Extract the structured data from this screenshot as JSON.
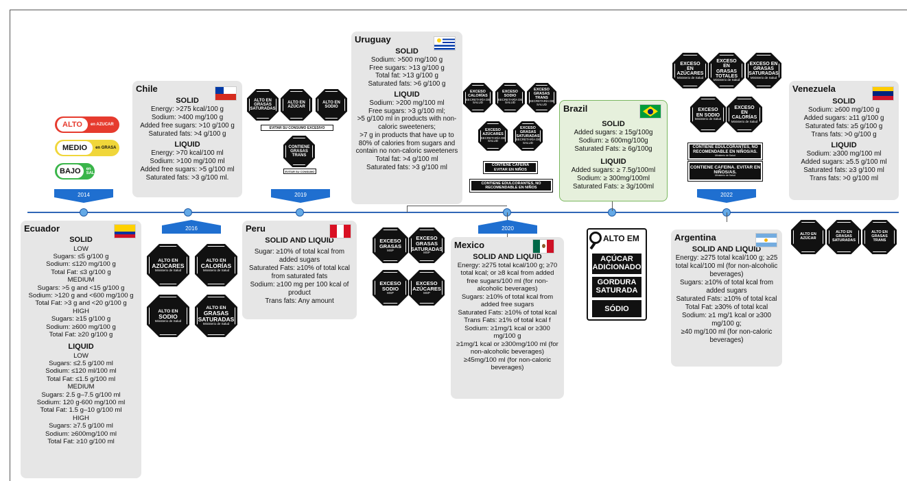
{
  "years": {
    "y2014": "2014",
    "y2016": "2016",
    "y2019": "2019",
    "y2020": "2020",
    "y2022": "2022"
  },
  "ecuador": {
    "name": "Ecuador",
    "solid": "SOLID",
    "lines1": [
      "LOW",
      "Sugars: ≤5 g/100 g",
      "Sodium: ≤120 mg/100 g",
      "Total Fat: ≤3 g/100 g",
      "MEDIUM",
      "Sugars: >5 g and <15 g/100 g",
      "Sodium: >120 g and <600 mg/100 g",
      "Total Fat: >3 g and <20 g/100 g",
      "HIGH",
      "Sugars: ≥15 g/100 g",
      "Sodium: ≥600 mg/100 g",
      "Total Fat: ≥20 g/100 g"
    ],
    "liquid": "LIQUID",
    "lines2": [
      "LOW",
      "Sugars: ≤2.5 g/100 ml",
      "Sodium: ≤120 ml/100 ml",
      "Total Fat: ≤1.5 g/100 ml",
      "MEDIUM",
      "Sugars: 2.5 g–7.5 g/100 ml",
      "Sodium: 120 g-600 mg/100 ml",
      "Total Fat: 1.5 g–10 g/100 ml",
      "HIGH",
      "Sugars: ≥7.5 g/100 ml",
      "Sodium: ≥600mg/100 ml",
      "Total Fat: ≥10 g/100 ml"
    ],
    "labels": {
      "alto": "ALTO",
      "alto_txt": "en AZUCAR",
      "medio": "MEDIO",
      "medio_txt": "en GRASA",
      "bajo": "BAJO",
      "bajo_txt": "en SAL"
    }
  },
  "chile": {
    "name": "Chile",
    "solid": "SOLID",
    "lines1": [
      "Energy: >275 kcal/100 g",
      "Sodium: >400 mg/100 g",
      "Added free sugars: >10 g/100 g",
      "Saturated fats: >4 g/100 g"
    ],
    "liquid": "LIQUID",
    "lines2": [
      "Energy: >70 kcal/100 ml",
      "Sodium: >100 mg/100 ml",
      "Added free sugars: >5 g/100 ml",
      "Saturated fats: >3 g/100 ml."
    ],
    "octs": [
      {
        "l1": "ALTO EN",
        "l2": "AZÚCARES",
        "m": "Ministerio de Salud"
      },
      {
        "l1": "ALTO EN",
        "l2": "CALORÍAS",
        "m": "Ministerio de Salud"
      },
      {
        "l1": "ALTO EN",
        "l2": "SODIO",
        "m": "Ministerio de Salud"
      },
      {
        "l1": "ALTO EN",
        "l2": "GRASAS SATURADAS",
        "m": "Ministerio de Salud"
      }
    ]
  },
  "peru": {
    "name": "Peru",
    "sec": "SOLID AND LIQUID",
    "lines": [
      "Sugar: ≥10% of total kcal from added sugars",
      "Saturated Fats: ≥10% of total kcal from saturated fats",
      "Sodium: ≥100 mg per 100 kcal of product",
      "Trans fats: Any amount"
    ],
    "octs": [
      {
        "t": "ALTO EN GRASAS SATURADAS"
      },
      {
        "t": "ALTO EN AZÚCAR"
      },
      {
        "t": "ALTO EN SODIO"
      },
      {
        "t": "CONTIENE GRASAS TRANS"
      }
    ],
    "warn1": "EVITAR SU CONSUMO EXCESIVO",
    "warn2": "EVITAR SU CONSUMO"
  },
  "uruguay": {
    "name": "Uruguay",
    "solid": "SOLID",
    "lines1": [
      "Sodium: >500 mg/100 g",
      "Free sugars: >13 g/100 g",
      "Total fat: >13 g/100 g",
      "Saturated fats: >6 g/100 g"
    ],
    "liquid": "LIQUID",
    "lines2": [
      "Sodium: >200 mg/100 ml",
      "Free sugars: >3 g/100 ml;",
      ">5 g/100 ml in products with non-caloric sweeteners;",
      ">7 g in products that have up to 80% of calories from sugars and contain no non-caloric sweeteners",
      "Total fat: >4 g/100 ml",
      "Saturated fats: >3 g/100 ml"
    ],
    "octs": [
      {
        "t": "EXCESO GRASAS",
        "m": "MSP"
      },
      {
        "t": "EXCESO GRASAS SATURADAS",
        "m": "MSP"
      },
      {
        "t": "EXCESO SODIO",
        "m": "MSP"
      },
      {
        "t": "EXCESO AZÚCARES",
        "m": "MSP"
      }
    ]
  },
  "mexico": {
    "name": "Mexico",
    "sec": "SOLID AND LIQUID",
    "lines": [
      "Energy: ≥275 total kcal/100 g; ≥70 total kcal; or ≥8 kcal from added free sugars/100 ml (for non-alcoholic beverages)",
      "Sugars: ≥10% of total kcal from added free sugars",
      "Saturated Fats: ≥10% of total kcal",
      "Trans Fats: ≥1% of total kcal f",
      "Sodium: ≥1mg/1 kcal or ≥300 mg/100 g",
      "≥1mg/1 kcal or ≥300mg/100 ml (for non-alcoholic beverages)",
      "≥45mg/100 ml (for non-caloric beverages)"
    ],
    "octs": [
      {
        "t": "EXCESO CALORÍAS",
        "m": "SECRETARÍA DE SALUD"
      },
      {
        "t": "EXCESO SODIO",
        "m": "SECRETARÍA DE SALUD"
      },
      {
        "t": "EXCESO GRASAS TRANS",
        "m": "SECRETARÍA DE SALUD"
      },
      {
        "t": "EXCESO AZÚCARES",
        "m": "SECRETARÍA DE SALUD"
      },
      {
        "t": "EXCESO GRASAS SATURADAS",
        "m": "SECRETARÍA DE SALUD"
      }
    ],
    "warn1": "CONTIENE CAFEÍNA EVITAR EN NIÑOS",
    "warn2": "CONTIENE EDULCORANTES, NO RECOMENDABLE EN NIÑOS"
  },
  "brazil": {
    "name": "Brazil",
    "solid": "SOLID",
    "lines1": [
      "Added sugars: ≥ 15g/100g",
      "Sodium: ≥ 600mg/100g",
      "Saturated Fats: ≥ 6g/100g"
    ],
    "liquid": "LIQUID",
    "lines2": [
      "Added sugars: ≥ 7.5g/100ml",
      "Sodium: ≥ 300mg/100ml",
      "Saturated Fats: ≥ 3g/100ml"
    ],
    "label": {
      "head": "ALTO EM",
      "r1": "AÇÚCAR ADICIONADO",
      "r2": "GORDURA SATURADA",
      "r3": "SÓDIO"
    }
  },
  "argentina": {
    "name": "Argentina",
    "sec": "SOLID AND LIQUID",
    "lines": [
      "Energy: ≥275 total kcal/100 g; ≥25 total kcal/100 ml (for non-alcoholic beverages)",
      "Sugars: ≥10% of total kcal from added sugars",
      "Saturated Fats: ≥10% of total kcal",
      "Total Fat: ≥30% of total kcal",
      "Sodium: ≥1 mg/1 kcal or ≥300 mg/100 g;",
      "≥40 mg/100 ml (for non-caloric beverages)"
    ],
    "octs": [
      {
        "t": "EXCESO EN AZÚCARES",
        "m": "Ministerio de Salud"
      },
      {
        "t": "EXCESO EN GRASAS TOTALES",
        "m": "Ministerio de Salud"
      },
      {
        "t": "EXCESO EN GRASAS SATURADAS",
        "m": "Ministerio de Salud"
      },
      {
        "t": "EXCESO EN SODIO",
        "m": "Ministerio de Salud"
      },
      {
        "t": "EXCESO EN CALORÍAS",
        "m": "Ministerio de Salud"
      }
    ],
    "warn1": "CONTIENE EDULCORANTES, NO RECOMENDABLE EN NIÑOS/AS.",
    "warn2": "CONTIENE CAFEINA. EVITAR EN NIÑOS/AS.",
    "min": "Ministerio de Salud"
  },
  "venezuela": {
    "name": "Venezuela",
    "solid": "SOLID",
    "lines1": [
      "Sodium: ≥600 mg/100 g",
      "Added sugars: ≥11 g/100 g",
      "Saturated fats: ≥5 g/100 g",
      "Trans fats: >0 g/100 g"
    ],
    "liquid": "LIQUID",
    "lines2": [
      "Sodium: ≥300 mg/100 ml",
      "Added sugars: ≥5.5 g/100 ml",
      "Saturated fats: ≥3 g/100 ml",
      "Trans fats: >0 g/100 ml"
    ],
    "octs": [
      {
        "t": "ALTO EN AZÚCAR"
      },
      {
        "t": "ALTO EN GRASAS SATURADAS"
      },
      {
        "t": "ALTO EN GRASAS TRANS"
      }
    ]
  }
}
